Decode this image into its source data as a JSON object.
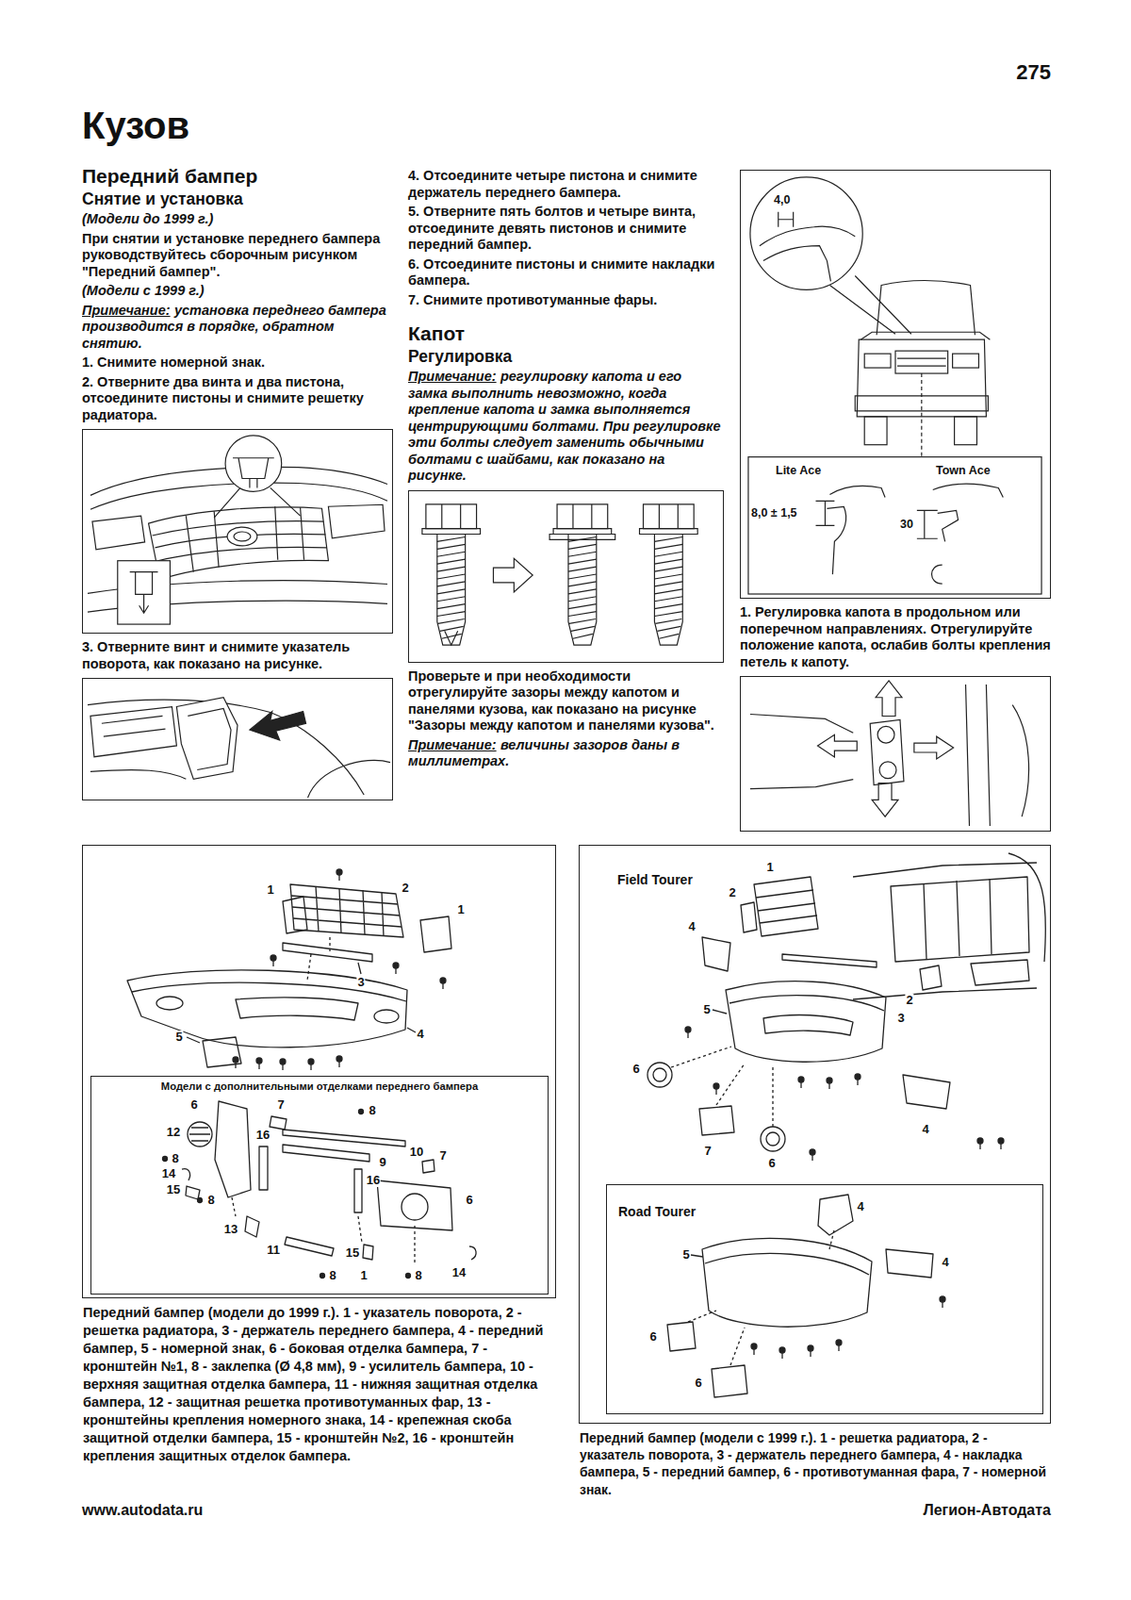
{
  "diagram": {
    "title": "Кузов",
    "nodes": [
      {
        "text": [
          "Передний бампер (модели до 1999 г.). 1 - указатель поворота, 2 - решетка радиатора, 3 - держатель переднего бампера, 4 - передний бампер, 5 - номерной знак, 6 - боковая отделка бампера, 7 - кронштейн №1, 8 - заклепка (Ø 4,8 мм), 9 - усилитель бампера, 10 - верхняя защитная отделка бампера, 11 - нижняя защитная отделка бампера, 12 - защитная решетка противотуманных фар, 13 - кронштейны крепления номерного знака, 14 - крепежная скоба защитной отделки бампера, 15 - кронштейн №2, 16 - кронштейн крепления защитных отделок бампера."
        ]
      },
      {
        "text": [
          "Модели с дополнительными отделками переднего бампера"
        ],
        "in": 0
      },
      {
        "text": [
          "Field Tourer",
          "Передний бампер (модели с 1999 г.). 1 - решетка радиатора, 2 - указатель поворота, 3 - держатель переднего бампера, 4 - накладка бампера, 5 - передний бампер, 6 - противотуманная фара, 7 - номерной знак."
        ]
      },
      {
        "text": [
          "Road Tourer"
        ],
        "in": 2
      }
    ],
    "labels": [
      "275",
      "Передний бампер",
      "Снятие и установка",
      "(Модели до 1999 г.)",
      "При снятии и установке переднего бампера руководствуйтесь сборочным рисунком \"Передний бампер\".",
      "(Модели с 1999 г.)",
      "Примечание:",
      "установка переднего бампера производится в порядке, обратном снятию.",
      "1. Снимите номерной знак.",
      "2. Отверните два винта и два пистона, отсоедините пистоны и снимите решетку радиатора.",
      "3. Отверните винт и снимите указатель поворота, как показано на рисунке.",
      "4. Отсоедините четыре пистона и снимите держатель переднего бампера.",
      "5. Отверните пять болтов и четыре винта, отсоедините девять пистонов и снимите передний бампер.",
      "6. Отсоедините пистоны и снимите накладки бампера.",
      "7. Снимите противотуманные фары.",
      "Капот",
      "Регулировка",
      "Примечание:",
      "регулировку капота и его замка выполнить невозможно, когда крепление капота и замка выполняется центрирующими болтами. При регулировке эти болты следует заменить обычными болтами с шайбами, как показано на рисунке.",
      "Проверьте и при необходимости отрегулируйте зазоры между капотом и панелями кузова, как показано на рисунке \"Зазоры между капотом и панелями кузова\".",
      "Примечание:",
      "величины зазоров даны в миллиметрах.",
      "4,0",
      "Lite Ace",
      "Town Ace",
      "8,0 ± 1,5",
      "30",
      "1. Регулировка капота в продольном или поперечном направлениях. Отрегулируйте положение капота, ослабив болты крепления петель к капоту.",
      "1",
      "2",
      "1",
      "3",
      "5",
      "4",
      "6",
      "7",
      "8",
      "12",
      "16",
      "10",
      "9",
      "7",
      "8",
      "14",
      "16",
      "15",
      "6",
      "8",
      "13",
      "11",
      "15",
      "8",
      "1",
      "8",
      "14",
      "1",
      "2",
      "4",
      "5",
      "2",
      "3",
      "6",
      "7",
      "6",
      "4",
      "4",
      "5",
      "4",
      "6",
      "6",
      "www.autodata.ru",
      "Легион-Автодата"
    ]
  }
}
